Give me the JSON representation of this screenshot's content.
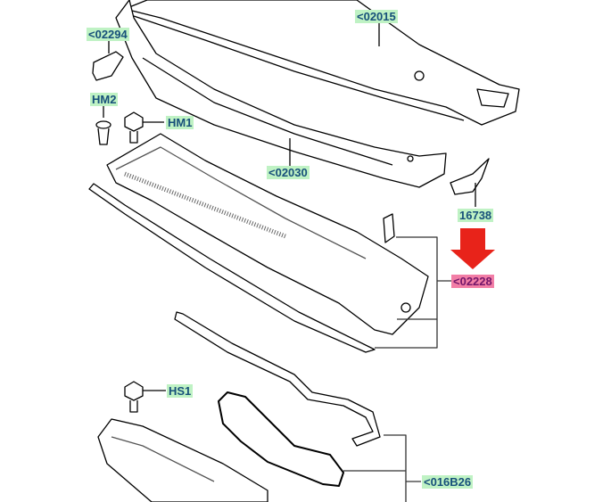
{
  "diagram": {
    "labels": {
      "p02015": "<02015",
      "p02294": "<02294",
      "hm2": "HM2",
      "hm1": "HM1",
      "p02030": "<02030",
      "p16738": "16738",
      "p02228": "<02228",
      "hs1": "HS1",
      "p016B26": "<016B26"
    },
    "highlighted_part": "<02228",
    "colors": {
      "label_bg": "#bff2c4",
      "label_text": "#17507a",
      "highlight_bg": "#f27ea6",
      "highlight_text": "#74166a",
      "arrow": "#e8231a"
    }
  }
}
